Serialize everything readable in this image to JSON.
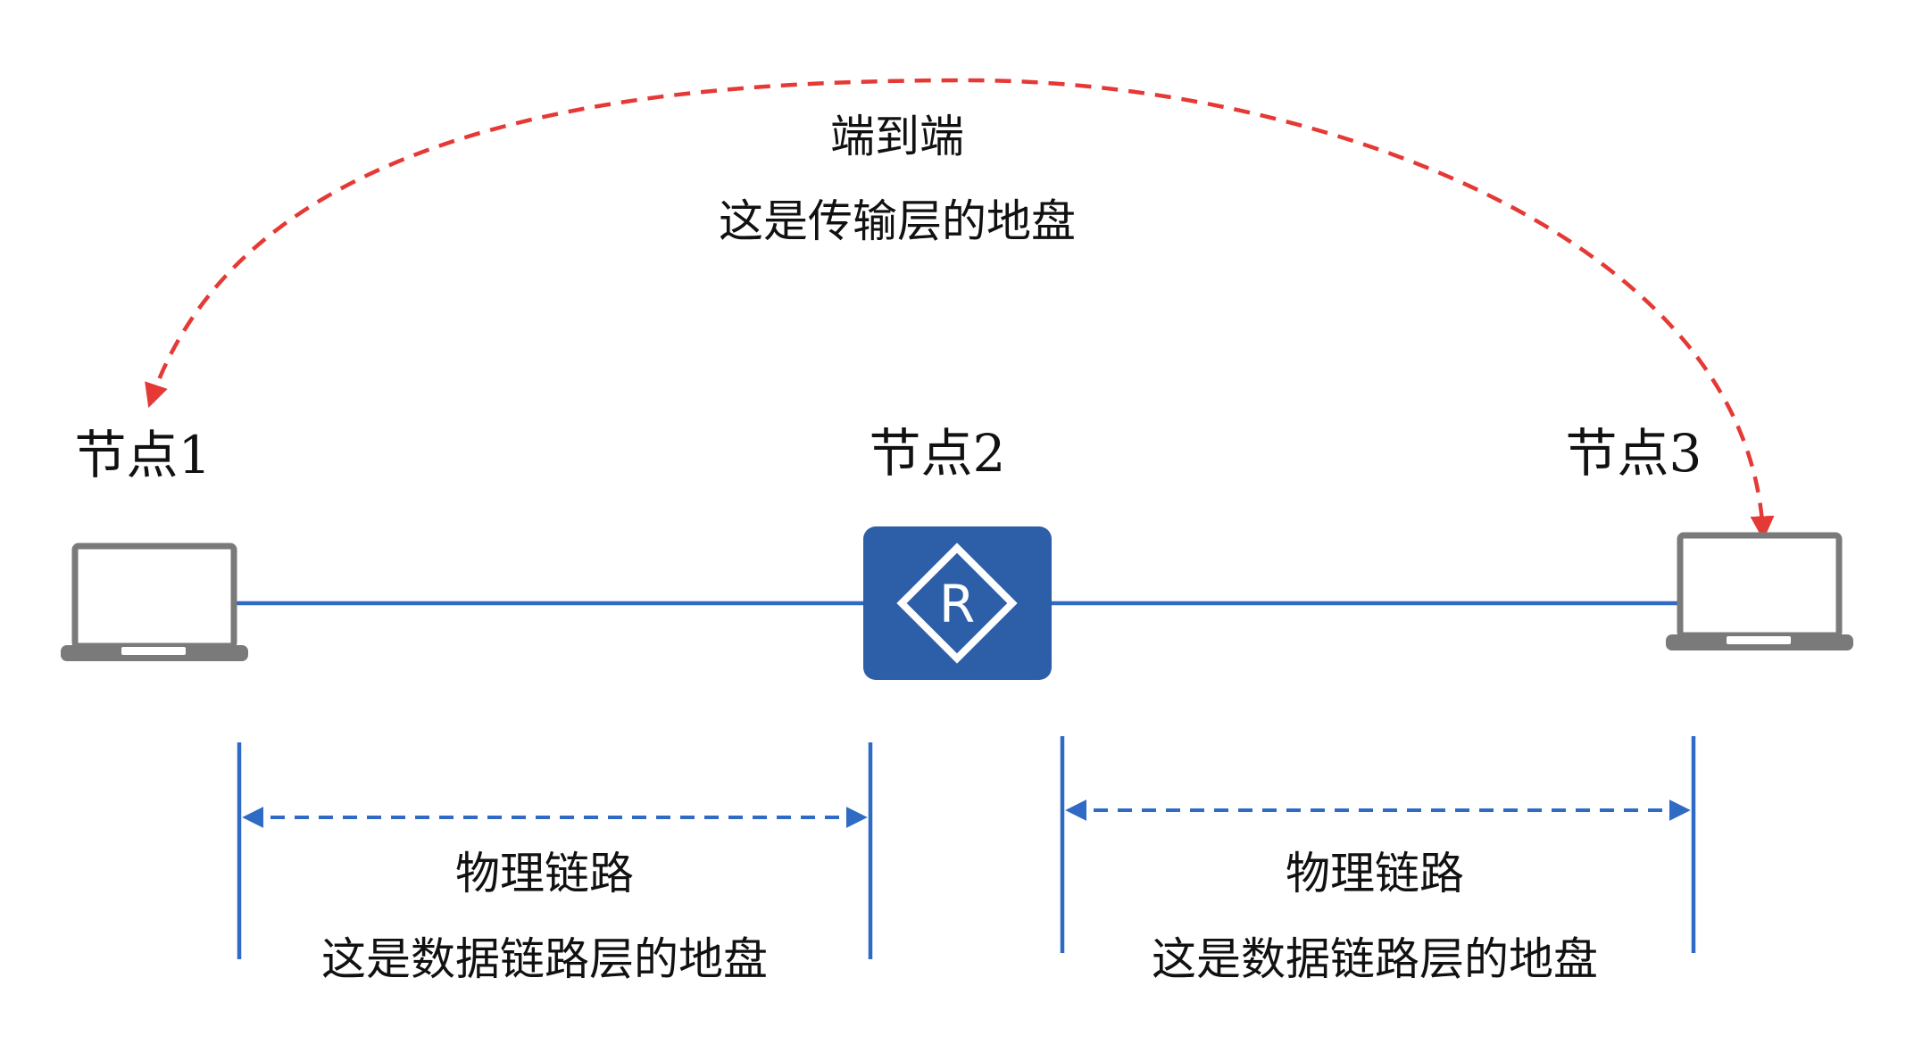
{
  "end_to_end": {
    "title": "端到端",
    "subtitle": "这是传输层的地盘"
  },
  "nodes": [
    {
      "label": "节点1",
      "device": "laptop-icon"
    },
    {
      "label": "节点2",
      "device": "router-icon",
      "router_letter": "R"
    },
    {
      "label": "节点3",
      "device": "laptop-icon"
    }
  ],
  "links": [
    {
      "title": "物理链路",
      "subtitle": "这是数据链路层的地盘"
    },
    {
      "title": "物理链路",
      "subtitle": "这是数据链路层的地盘"
    }
  ],
  "colors": {
    "end_to_end_arrow": "#e53935",
    "link": "#2f6bc4",
    "router_fill": "#2d5fa8",
    "laptop": "#7a7a7a",
    "text": "#111111"
  }
}
